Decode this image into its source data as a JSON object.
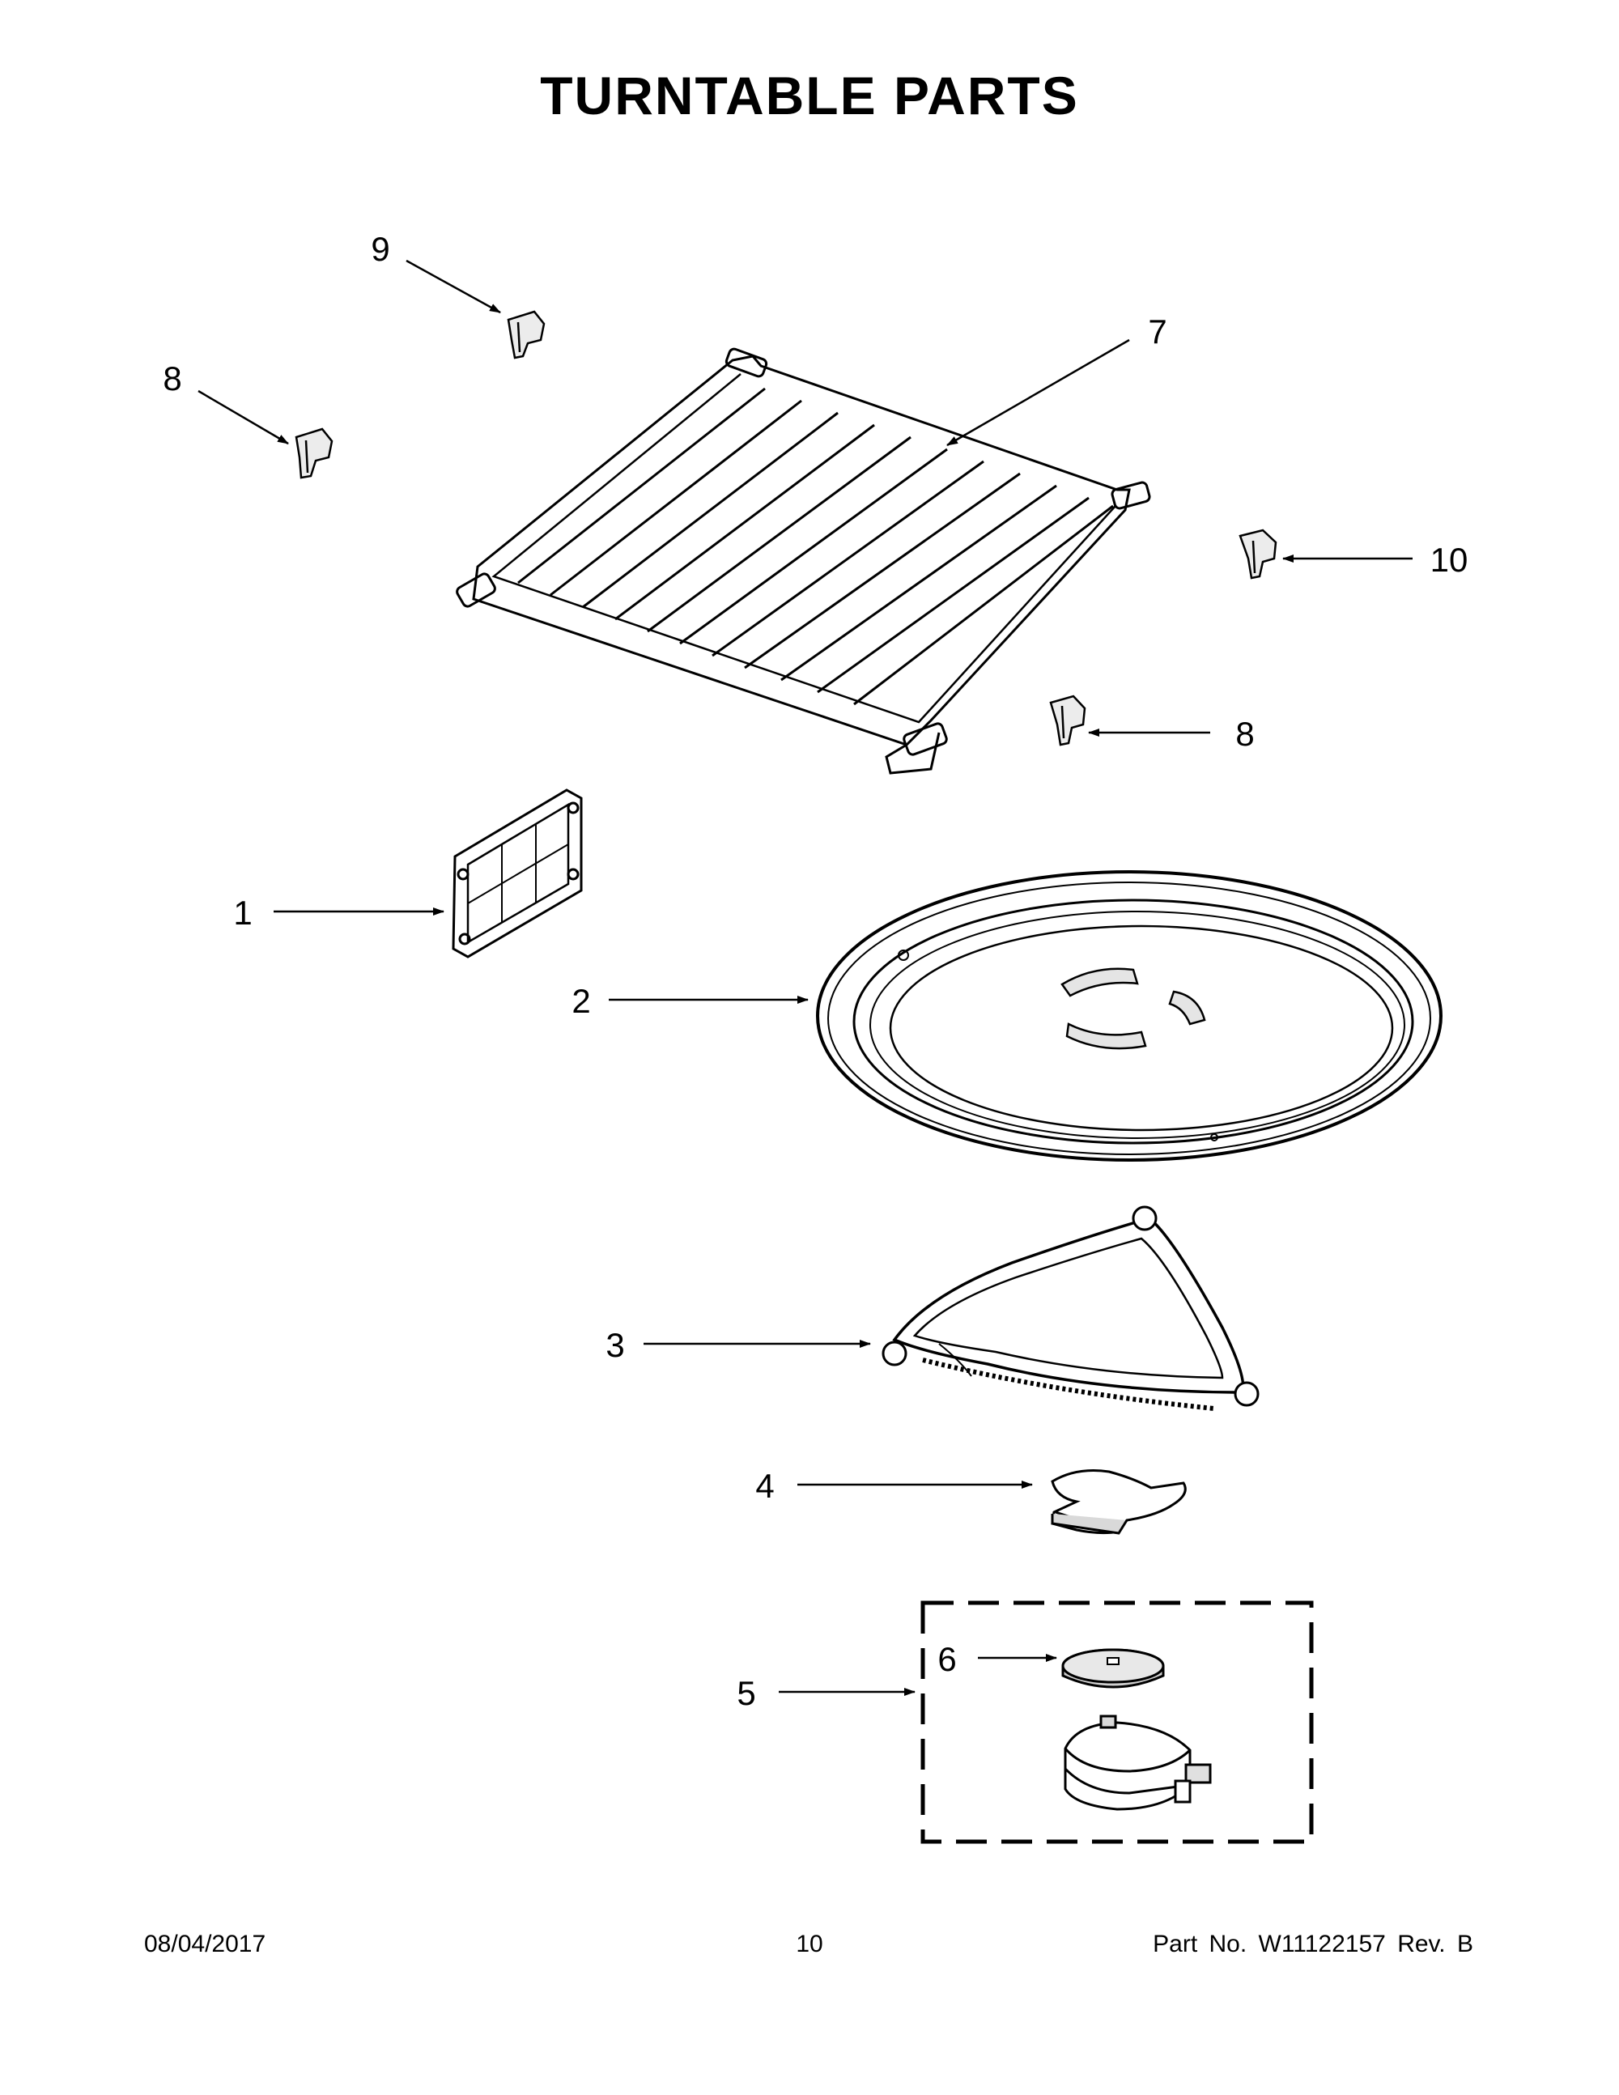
{
  "title": "TURNTABLE PARTS",
  "callouts": [
    {
      "id": "c9",
      "label": "9"
    },
    {
      "id": "c8a",
      "label": "8"
    },
    {
      "id": "c7",
      "label": "7"
    },
    {
      "id": "c10",
      "label": "10"
    },
    {
      "id": "c8b",
      "label": "8"
    },
    {
      "id": "c1",
      "label": "1"
    },
    {
      "id": "c2",
      "label": "2"
    },
    {
      "id": "c3",
      "label": "3"
    },
    {
      "id": "c4",
      "label": "4"
    },
    {
      "id": "c5",
      "label": "5"
    },
    {
      "id": "c6",
      "label": "6"
    }
  ],
  "footer": {
    "date": "08/04/2017",
    "page": "10",
    "part_no": "Part No.  W11122157  Rev.  B"
  },
  "colors": {
    "ink": "#000000",
    "paper": "#ffffff",
    "shade": "#d9d9d9"
  }
}
